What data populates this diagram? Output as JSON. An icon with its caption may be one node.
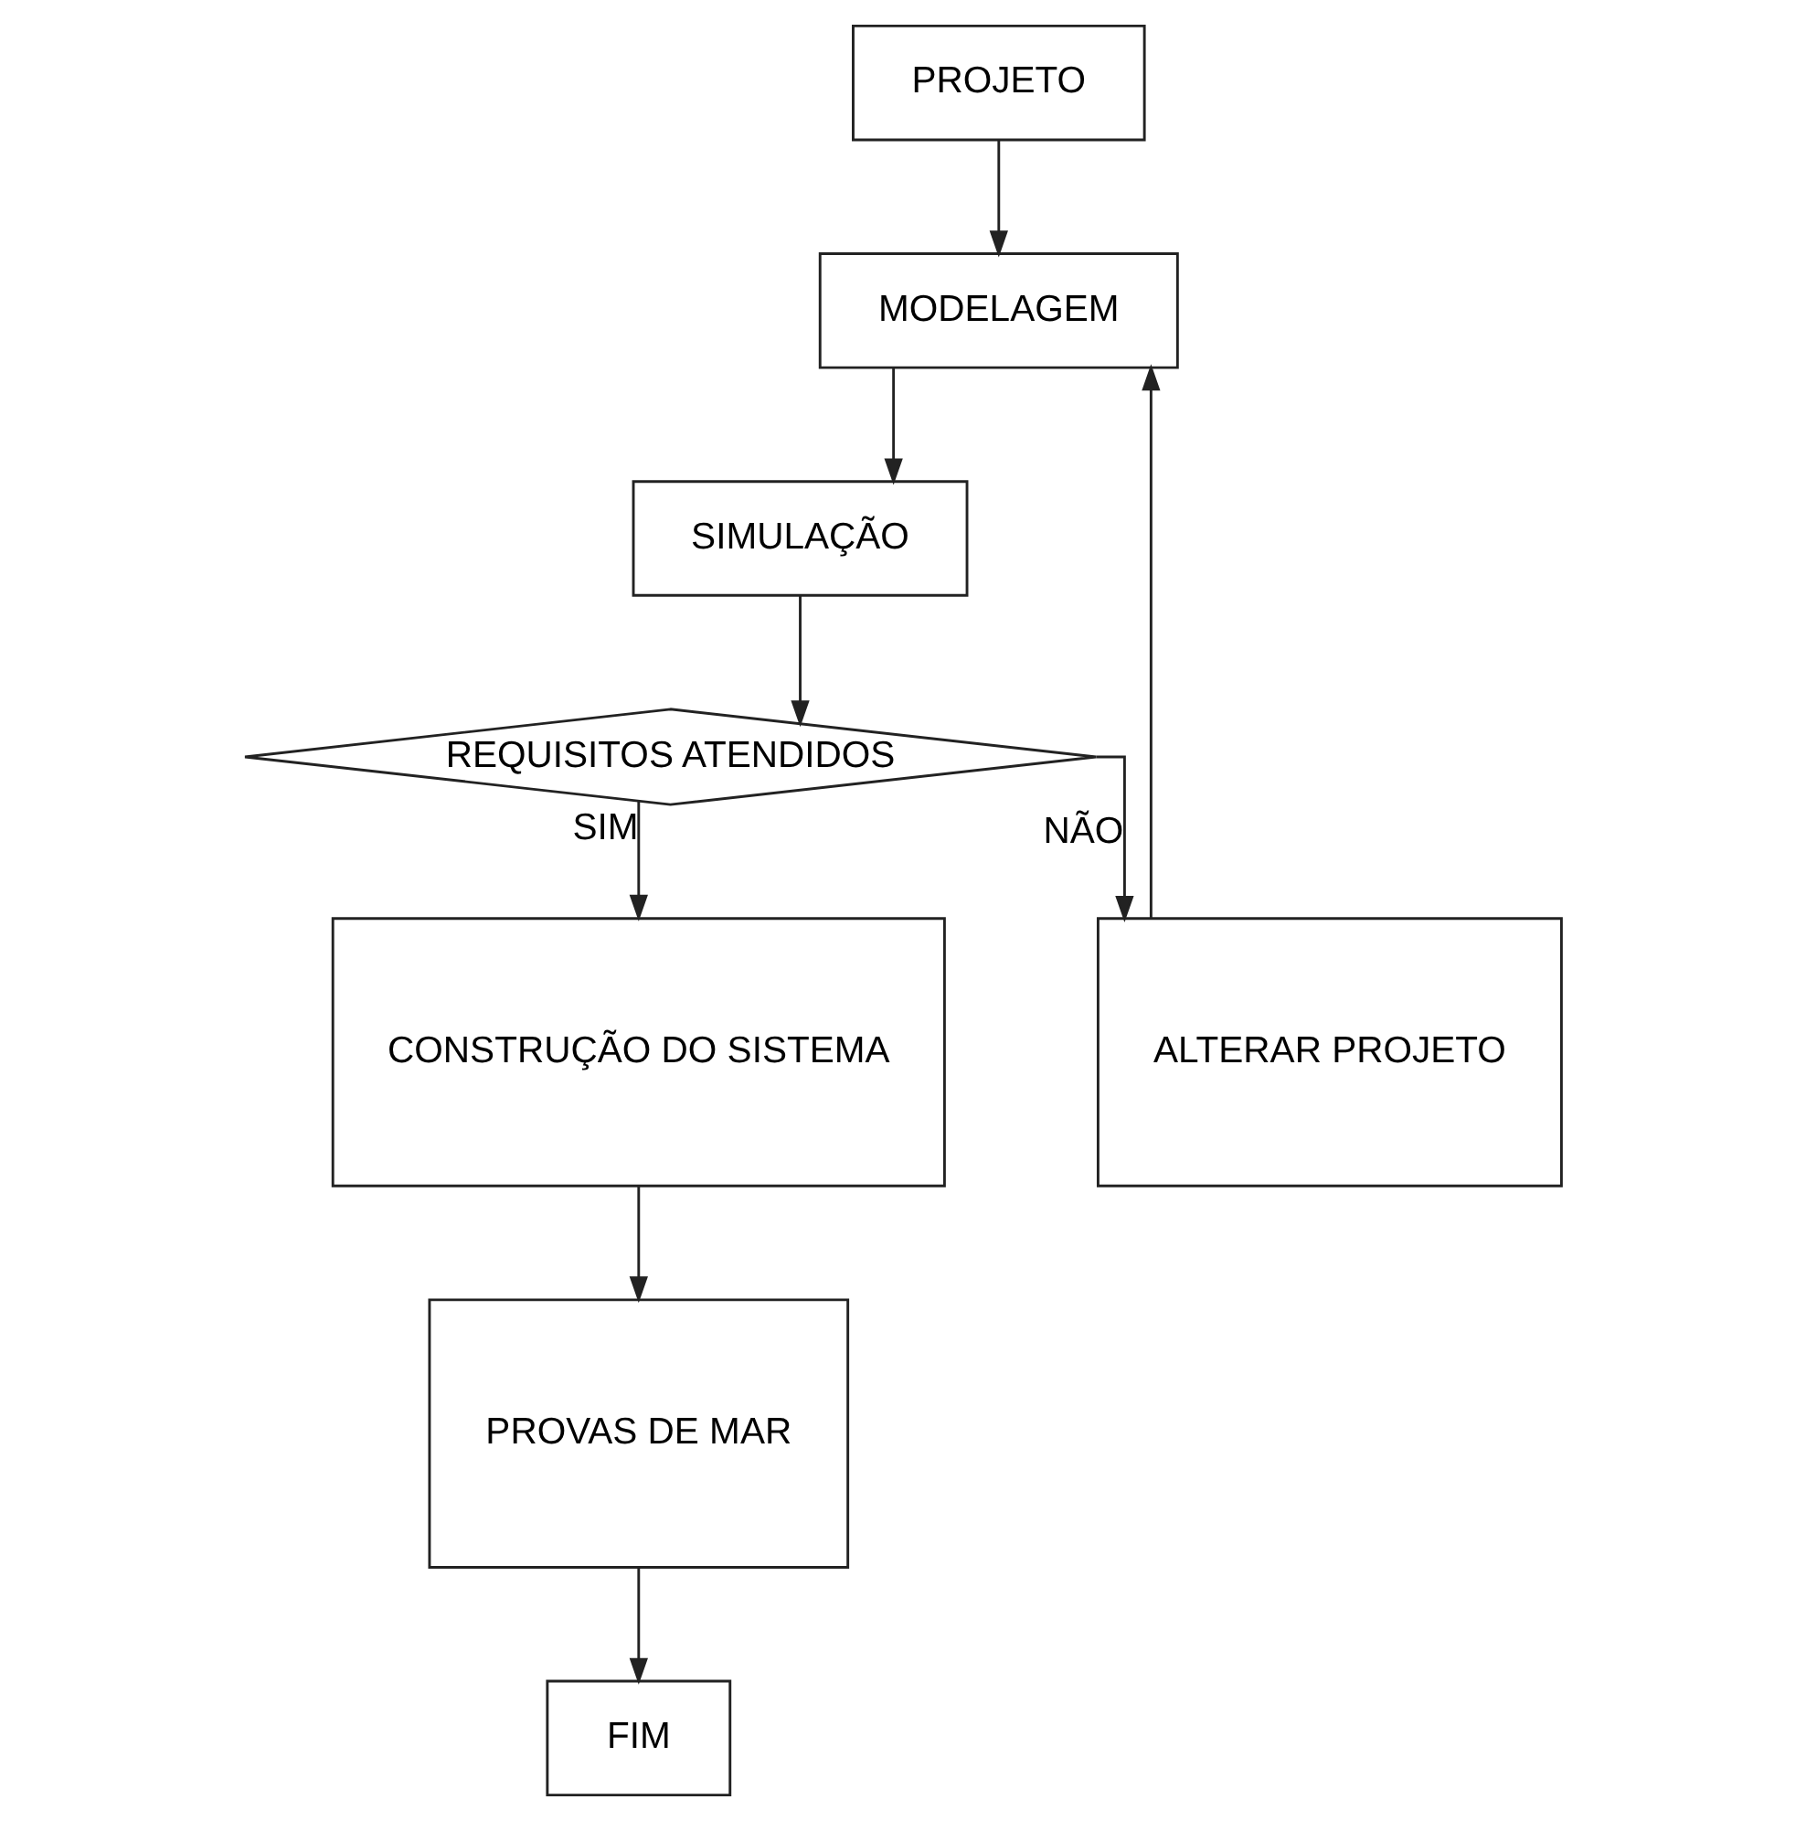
{
  "diagram": {
    "nodes": [
      {
        "text": [
          "PROJETO"
        ]
      },
      {
        "text": [
          "MODELAGEM"
        ]
      },
      {
        "text": [
          "SIMULAÇÃO"
        ]
      },
      {
        "text": [
          "REQUISITOS ATENDIDOS"
        ]
      },
      {
        "text": [
          "ALTERAR PROJETO"
        ]
      },
      {
        "text": [
          "CONSTRUÇÃO DO SISTEMA"
        ]
      },
      {
        "text": [
          "PROVAS DE MAR"
        ]
      },
      {
        "text": [
          "FIM"
        ]
      }
    ],
    "edges": [
      {
        "from": 0,
        "to": 1,
        "arrow": "to"
      },
      {
        "from": 1,
        "to": 2,
        "arrow": "to"
      },
      {
        "from": 2,
        "to": 3,
        "arrow": "to"
      },
      {
        "from": 3,
        "to": 4,
        "arrow": "to",
        "label": "NÃO"
      },
      {
        "from": 3,
        "to": 5,
        "arrow": "to",
        "label": "SIM"
      },
      {
        "from": 5,
        "to": 6,
        "arrow": "to"
      },
      {
        "from": 6,
        "to": 7,
        "arrow": "to"
      },
      {
        "from": 4,
        "to": 1,
        "arrow": "to"
      }
    ]
  }
}
